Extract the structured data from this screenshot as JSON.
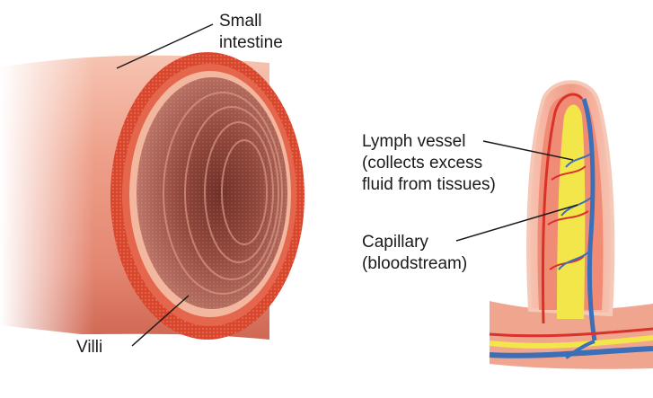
{
  "labels": {
    "small_intestine": [
      "Small",
      "intestine"
    ],
    "villi": "Villi",
    "lymph_vessel": [
      "Lymph vessel",
      "(collects excess",
      "fluid from tissues)"
    ],
    "capillary": [
      "Capillary",
      "(bloodstream)"
    ]
  },
  "colors": {
    "tube_outer": "#e98d77",
    "tube_shadow": "#c8533f",
    "rim": "#d9462c",
    "rim_inner": "#f3b79f",
    "lumen": "#a75547",
    "lymph": "#f2e64a",
    "capillary_blue": "#3b6fb7",
    "capillary_red": "#d8322a",
    "villus_body": "#f3a893"
  }
}
